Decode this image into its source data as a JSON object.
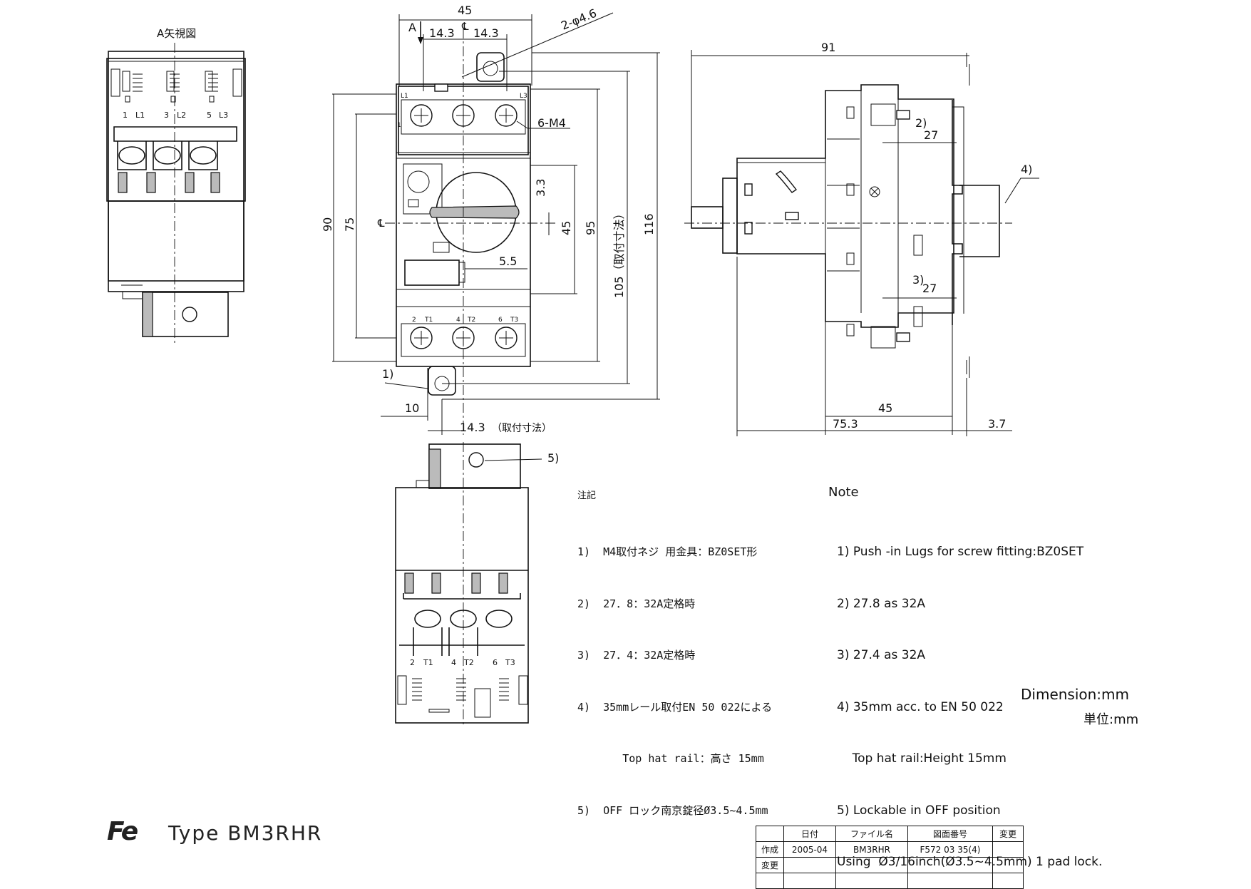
{
  "view_label_a": "A矢視図",
  "top_view": {
    "terminal_labels_top": [
      "1",
      "L1",
      "3",
      "L2",
      "5",
      "L3"
    ],
    "terminal_labels_bottom": [
      "2",
      "T1",
      "4",
      "T2",
      "6",
      "T3"
    ]
  },
  "front_view": {
    "arrow_label": "A",
    "centerline_mark": "℄",
    "dims": {
      "width": "45",
      "half_left": "14.3",
      "half_right": "14.3",
      "hole": "2-φ4.6",
      "screws": "6-M4",
      "h90": "90",
      "h75": "75",
      "h45": "45",
      "h95": "95",
      "h105": "105（取付寸法）",
      "h116": "116",
      "d3_3": "3.3",
      "d5_5": "5.5",
      "note1": "1)",
      "d10": "10",
      "d14_3b": "14.3",
      "mount_label": "（取付寸法）"
    }
  },
  "side_view": {
    "dims": {
      "d91": "91",
      "d27a": "27",
      "n2": "2)",
      "n4": "4)",
      "n3": "3)",
      "d27b": "27",
      "d45": "45",
      "d75_3": "75.3",
      "d3_7": "3.7"
    }
  },
  "bottom_view": {
    "note5": "5)",
    "terminal_labels": [
      "2",
      "T1",
      "4",
      "T2",
      "6",
      "T3"
    ]
  },
  "notes_jp": {
    "heading": "注記",
    "lines": [
      "1)  M4取付ネジ 用金具：BZ0SET形",
      "2)  27．8：32A定格時",
      "3)  27．4：32A定格時",
      "4)  35mmレール取付EN 50 022による",
      "       Top hat rail：高さ 15mm",
      "5)  OFF ロック南京錠径Ø3.5~4.5mm"
    ]
  },
  "notes_en": {
    "heading": "Note",
    "lines": [
      "1) Push -in Lugs for screw fitting:BZ0SET",
      "2) 27.8 as 32A",
      "3) 27.4 as 32A",
      "4) 35mm acc. to EN 50 022",
      "    Top hat rail:Height 15mm",
      "5) Lockable in OFF position",
      "Using  Ø3/16inch(Ø3.5~4.5mm) 1 pad lock."
    ]
  },
  "units": {
    "en": "Dimension:mm",
    "jp": "単位:mm"
  },
  "brand": "Fe",
  "type_label": "Type  BM3RHR",
  "title_block": {
    "headers": [
      "",
      "日付",
      "ファイル名",
      "図面番号",
      "変更"
    ],
    "rows": [
      [
        "作成",
        "2005-04",
        "BM3RHR",
        "F572 03 35(4)",
        ""
      ],
      [
        "変更",
        "",
        "",
        "",
        ""
      ],
      [
        "",
        "",
        "",
        "",
        ""
      ]
    ]
  }
}
